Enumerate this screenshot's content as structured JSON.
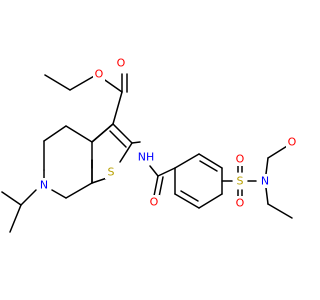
{
  "colors": {
    "background": "#ffffff",
    "bond": "#000000",
    "O": "#ff0000",
    "N": "#0000ff",
    "S": "#b8a000"
  },
  "molecule": {
    "atoms": [
      {
        "id": "o_carbonyl_ester",
        "element": "O",
        "label": "O"
      },
      {
        "id": "o_ether_ester",
        "element": "O",
        "label": "O"
      },
      {
        "id": "n_amide",
        "element": "N",
        "label": "NH"
      },
      {
        "id": "s_thiophene",
        "element": "S",
        "label": "S"
      },
      {
        "id": "n_ring",
        "element": "N",
        "label": "N"
      },
      {
        "id": "o_amide",
        "element": "O",
        "label": "O"
      },
      {
        "id": "s_sulfonyl",
        "element": "S",
        "label": "S"
      },
      {
        "id": "o_sulfonyl_top",
        "element": "O",
        "label": "O"
      },
      {
        "id": "o_sulfonyl_bottom",
        "element": "O",
        "label": "O"
      },
      {
        "id": "n_morpholine",
        "element": "N",
        "label": "N"
      },
      {
        "id": "o_morpholine",
        "element": "O",
        "label": "O"
      }
    ]
  }
}
